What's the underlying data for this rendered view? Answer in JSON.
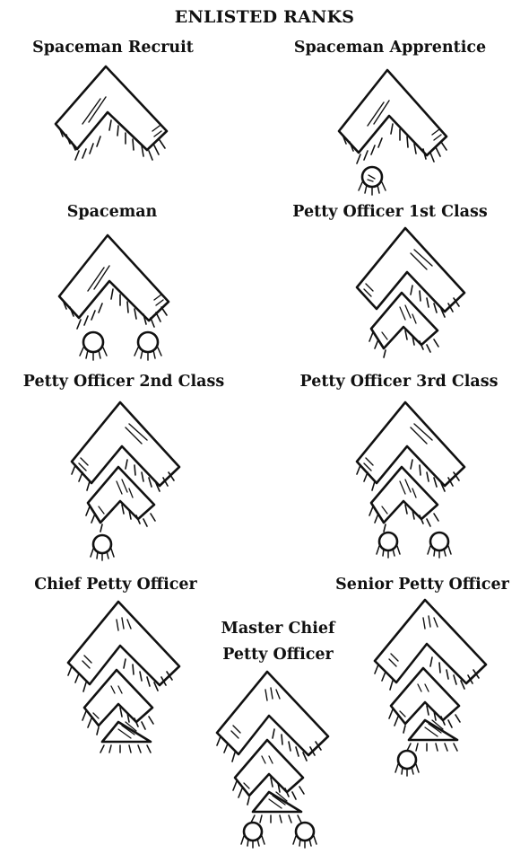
{
  "title": "ENLISTED RANKS",
  "ranks": [
    {
      "name": "Spaceman Recruit",
      "chevrons": 1,
      "dots": 0
    },
    {
      "name": "Spaceman Apprentice",
      "chevrons": 1,
      "dots": 1
    },
    {
      "name": "Spaceman",
      "chevrons": 1,
      "dots": 2
    },
    {
      "name": "Petty Officer 1st Class",
      "chevrons": 2,
      "dots": 0
    },
    {
      "name": "Petty Officer 2nd Class",
      "chevrons": 2,
      "dots": 1
    },
    {
      "name": "Petty Officer 3rd Class",
      "chevrons": 2,
      "dots": 2
    },
    {
      "name": "Chief Petty Officer",
      "chevrons": 3,
      "dots": 0
    },
    {
      "name": "Senior Petty Officer",
      "chevrons": 3,
      "dots": 1
    },
    {
      "name": "Master Chief",
      "name_line2": "Petty Officer",
      "chevrons": 3,
      "dots": 2
    }
  ]
}
